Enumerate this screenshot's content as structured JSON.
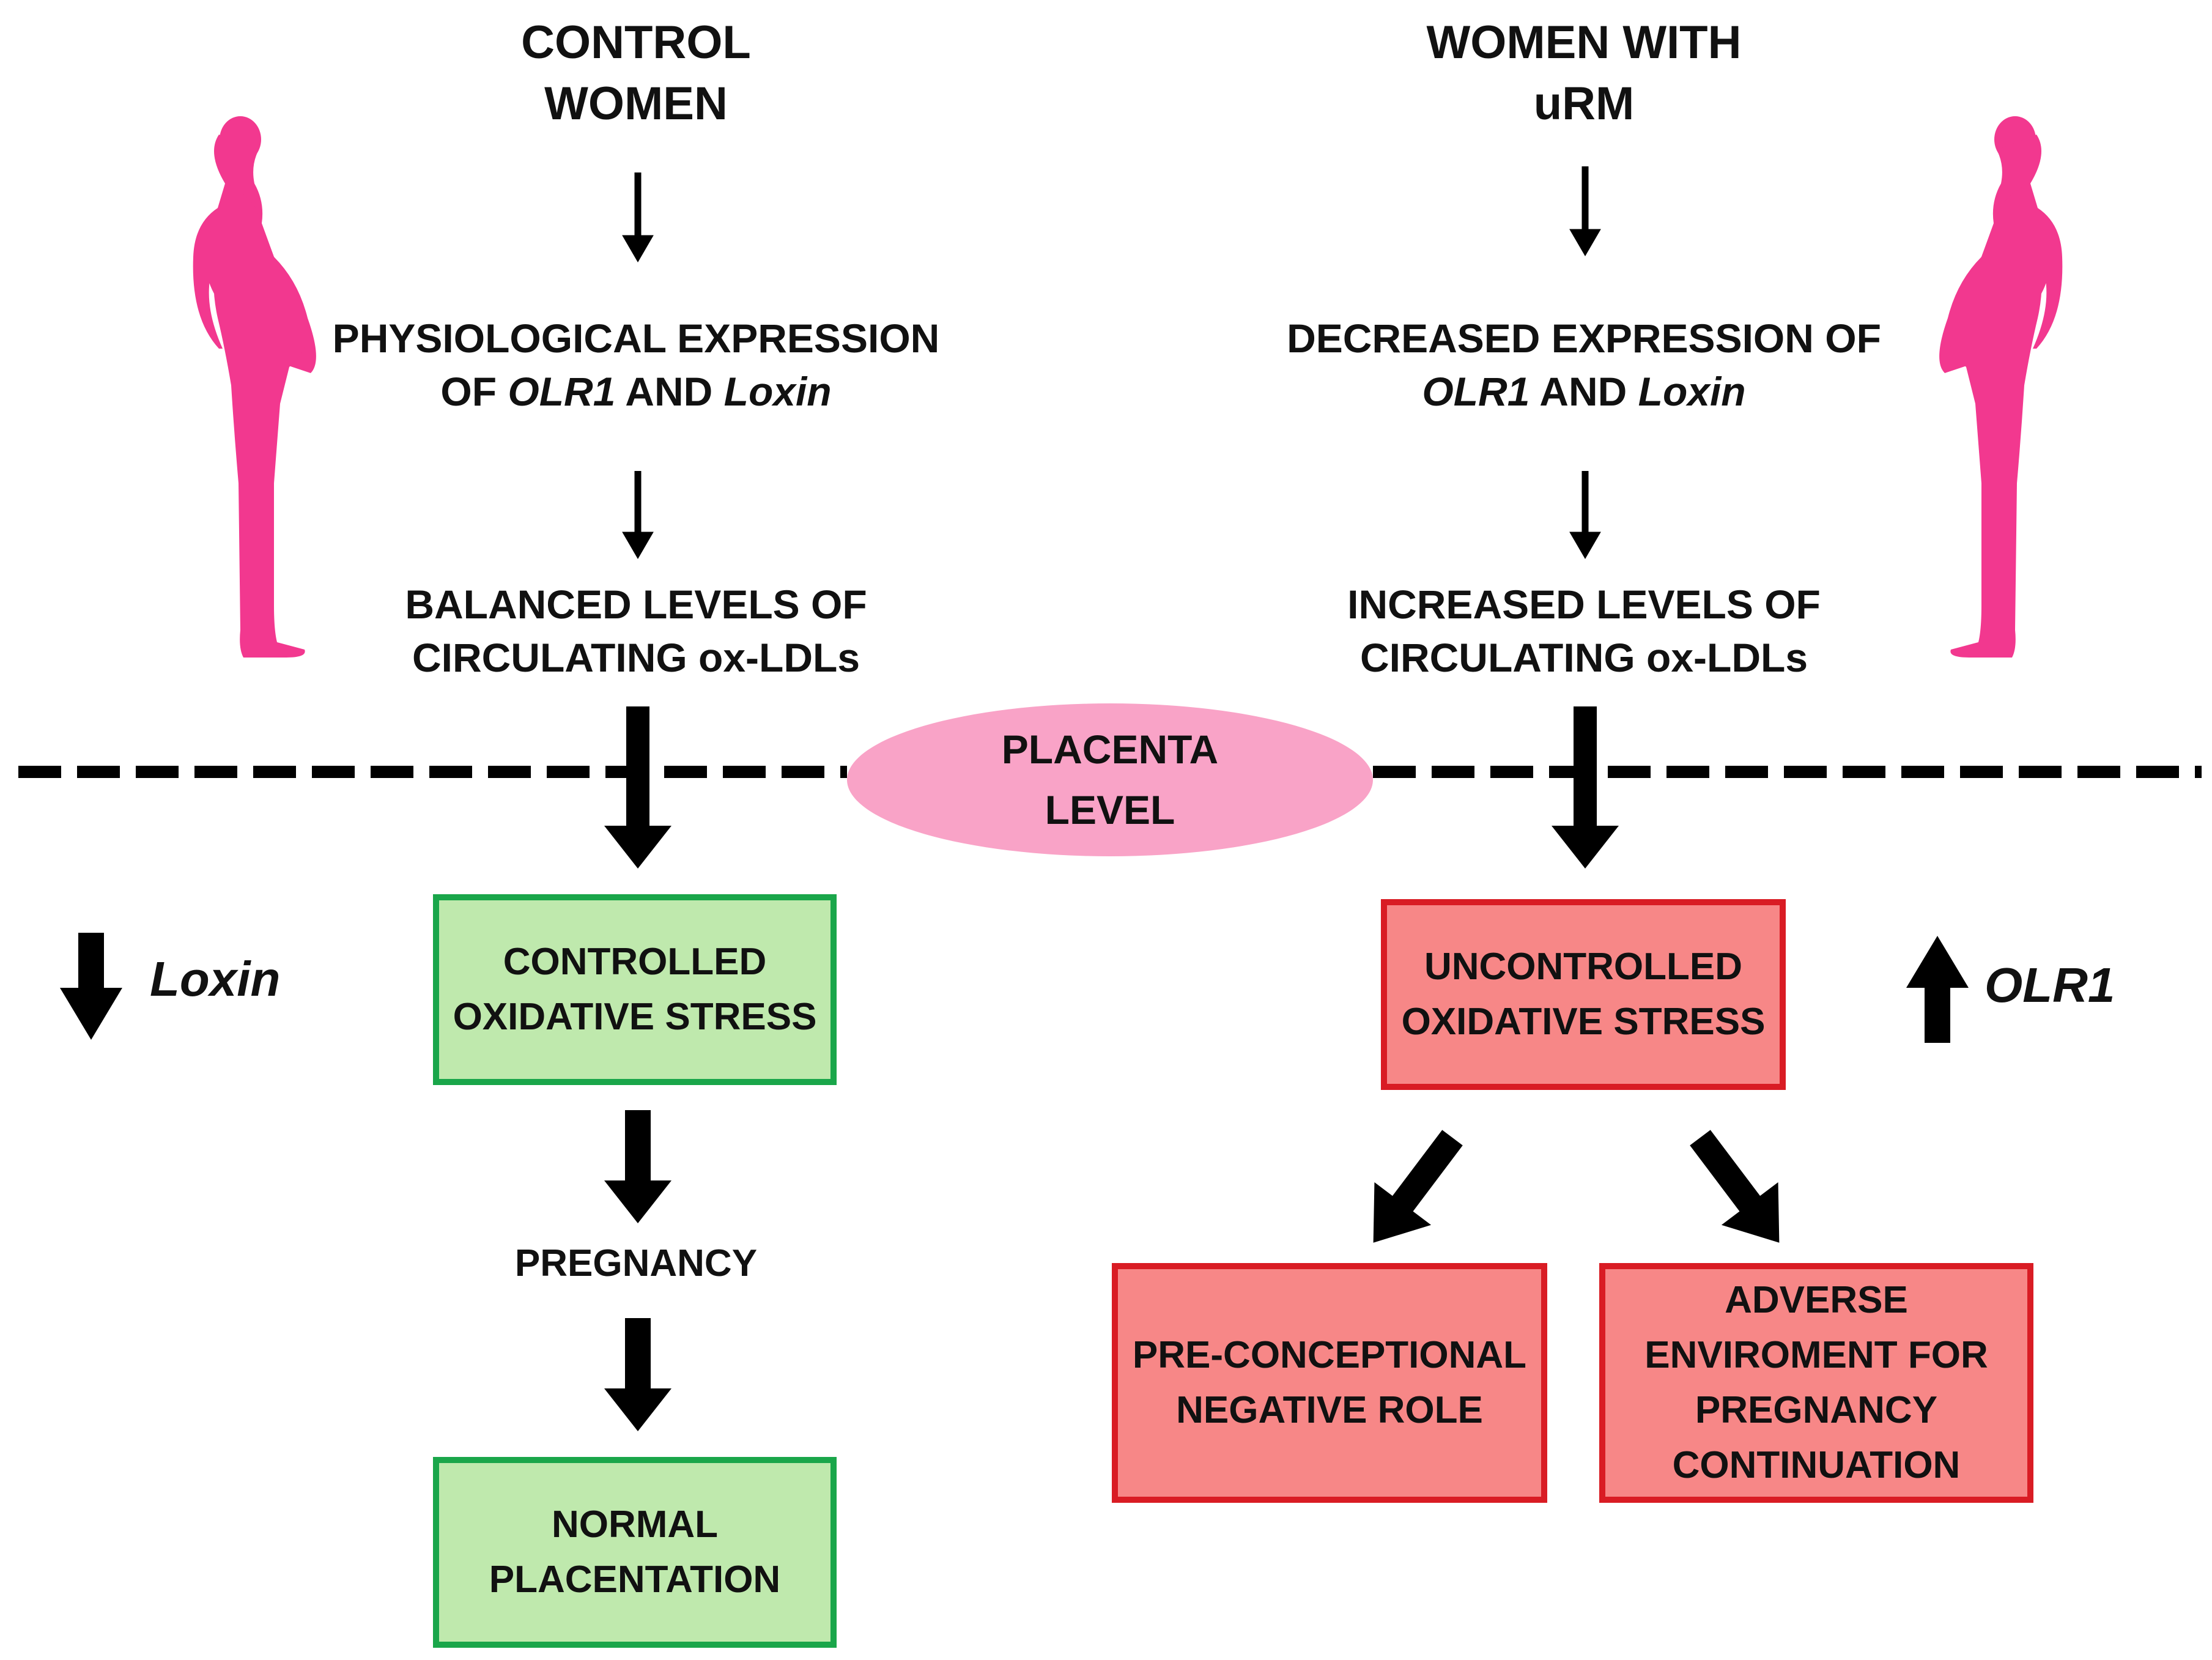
{
  "left": {
    "header_line1": "CONTROL",
    "header_line2": "WOMEN",
    "expr_line1": "PHYSIOLOGICAL EXPRESSION",
    "expr_of": "OF ",
    "expr_gene1": "OLR1",
    "expr_and": " AND ",
    "expr_gene2": "Loxin",
    "levels_line1": "BALANCED LEVELS OF",
    "levels_line2": "CIRCULATING ox-LDLs",
    "stress_line1": "CONTROLLED",
    "stress_line2": "OXIDATIVE STRESS",
    "pregnancy": "PREGNANCY",
    "outcome_line1": "NORMAL",
    "outcome_line2": "PLACENTATION",
    "marker": "Loxin"
  },
  "right": {
    "header_line1": "WOMEN WITH",
    "header_line2": "uRM",
    "expr_line1": "DECREASED EXPRESSION OF",
    "expr_gene1": "OLR1",
    "expr_and": " AND ",
    "expr_gene2": "Loxin",
    "levels_line1": "INCREASED LEVELS OF",
    "levels_line2": "CIRCULATING ox-LDLs",
    "stress_line1": "UNCONTROLLED",
    "stress_line2": "OXIDATIVE STRESS",
    "outcome_a_line1": "PRE-CONCEPTIONAL",
    "outcome_a_line2": "NEGATIVE ROLE",
    "outcome_b_line1": "ADVERSE",
    "outcome_b_line2": "ENVIROMENT FOR",
    "outcome_b_line3": "PREGNANCY",
    "outcome_b_line4": "CONTINUATION",
    "marker": "OLR1"
  },
  "placenta": {
    "line1": "PLACENTA",
    "line2": "LEVEL"
  },
  "colors": {
    "silhouette": "#f2388f",
    "ellipse": "#f9a3c7",
    "green_fill": "#bfe9ad",
    "green_border": "#1aa64a",
    "red_fill": "#f78787",
    "red_border": "#d91c24"
  },
  "icons": {
    "silhouette": "pregnant-woman-icon",
    "arrow": "arrow-icon"
  }
}
